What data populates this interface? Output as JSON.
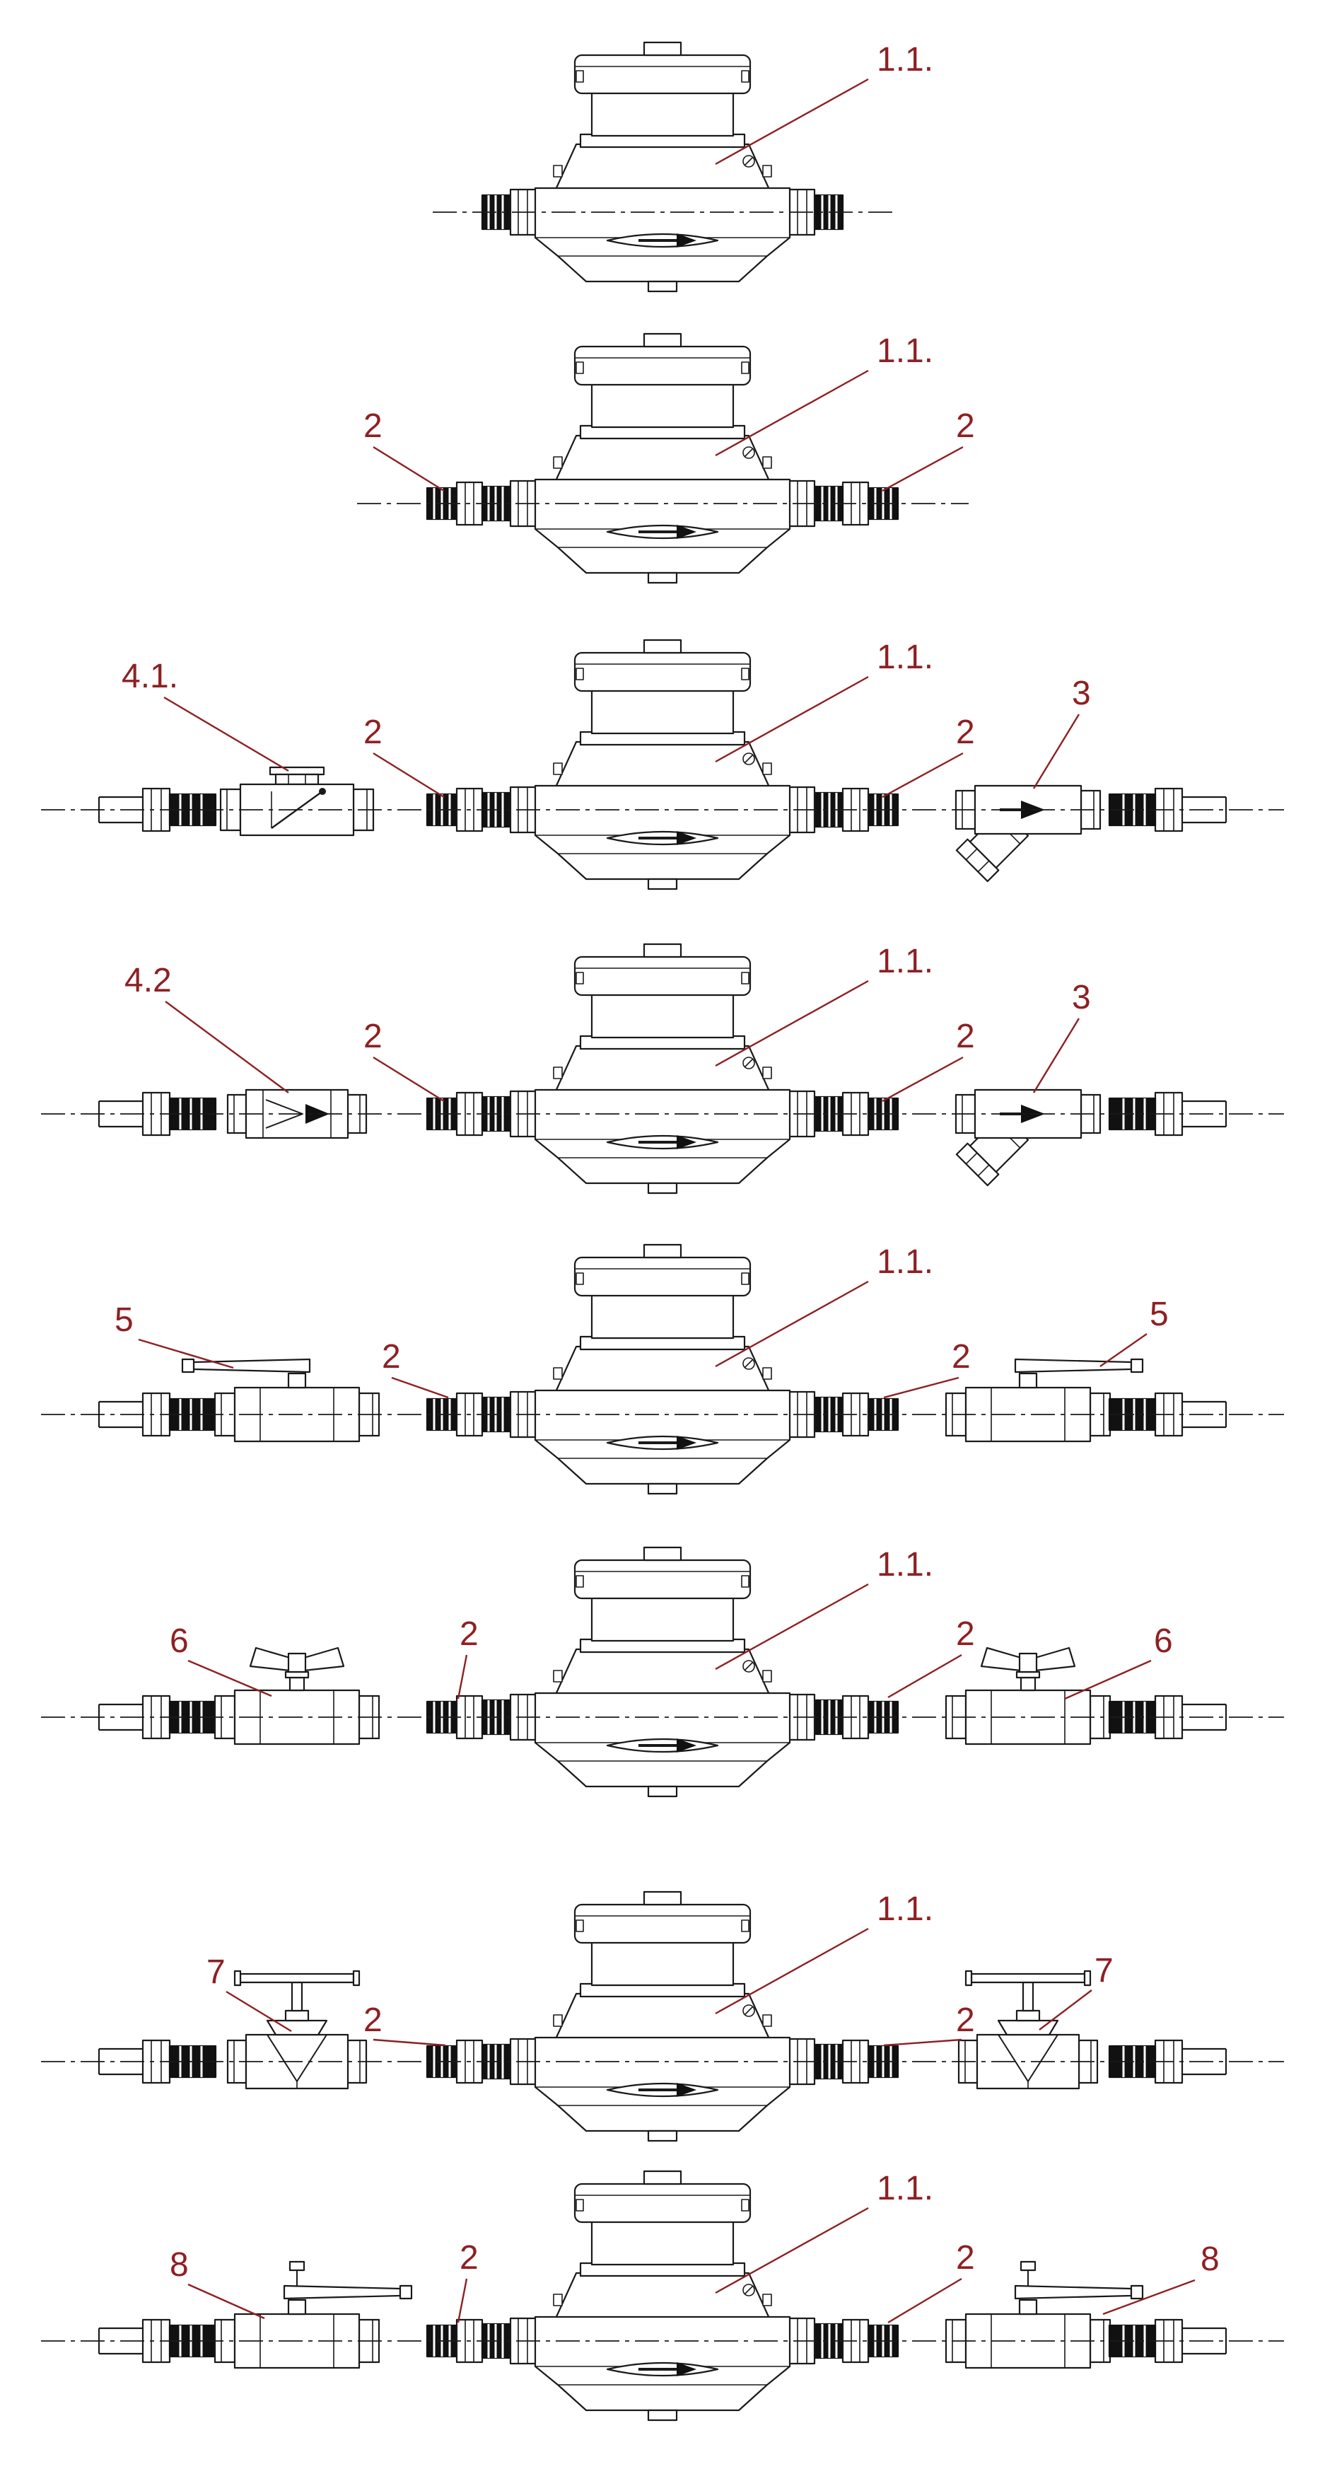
{
  "colors": {
    "accent": "#8e2023",
    "line": "#1a1a1a",
    "background": "#ffffff"
  },
  "rows": [
    {
      "name": "meter-only",
      "callouts": [
        {
          "part": "water-meter",
          "label": "1.1."
        }
      ]
    },
    {
      "name": "meter-with-couplings",
      "callouts": [
        {
          "part": "coupling-left",
          "label": "2"
        },
        {
          "part": "water-meter",
          "label": "1.1."
        },
        {
          "part": "coupling-right",
          "label": "2"
        }
      ]
    },
    {
      "name": "meter-check-valve-and-strainer",
      "callouts": [
        {
          "part": "check-valve-flap",
          "label": "4.1."
        },
        {
          "part": "coupling-left",
          "label": "2"
        },
        {
          "part": "water-meter",
          "label": "1.1."
        },
        {
          "part": "coupling-right",
          "label": "2"
        },
        {
          "part": "strainer",
          "label": "3"
        }
      ]
    },
    {
      "name": "meter-spring-check-valve-and-strainer",
      "callouts": [
        {
          "part": "check-valve-spring",
          "label": "4.2"
        },
        {
          "part": "coupling-left",
          "label": "2"
        },
        {
          "part": "water-meter",
          "label": "1.1."
        },
        {
          "part": "coupling-right",
          "label": "2"
        },
        {
          "part": "strainer",
          "label": "3"
        }
      ]
    },
    {
      "name": "meter-with-lever-ball-valves",
      "callouts": [
        {
          "part": "ball-valve-lever-left",
          "label": "5"
        },
        {
          "part": "coupling-left",
          "label": "2"
        },
        {
          "part": "water-meter",
          "label": "1.1."
        },
        {
          "part": "coupling-right",
          "label": "2"
        },
        {
          "part": "ball-valve-lever-right",
          "label": "5"
        }
      ]
    },
    {
      "name": "meter-with-butterfly-ball-valves",
      "callouts": [
        {
          "part": "ball-valve-butterfly-left",
          "label": "6"
        },
        {
          "part": "coupling-left",
          "label": "2"
        },
        {
          "part": "water-meter",
          "label": "1.1."
        },
        {
          "part": "coupling-right",
          "label": "2"
        },
        {
          "part": "ball-valve-butterfly-right",
          "label": "6"
        }
      ]
    },
    {
      "name": "meter-with-gate-valves",
      "callouts": [
        {
          "part": "gate-valve-left",
          "label": "7"
        },
        {
          "part": "coupling-left",
          "label": "2"
        },
        {
          "part": "water-meter",
          "label": "1.1."
        },
        {
          "part": "coupling-right",
          "label": "2"
        },
        {
          "part": "gate-valve-right",
          "label": "7"
        }
      ]
    },
    {
      "name": "meter-with-lockable-ball-valves",
      "callouts": [
        {
          "part": "ball-valve-lockable-left",
          "label": "8"
        },
        {
          "part": "coupling-left",
          "label": "2"
        },
        {
          "part": "water-meter",
          "label": "1.1."
        },
        {
          "part": "coupling-right",
          "label": "2"
        },
        {
          "part": "ball-valve-lockable-right",
          "label": "8"
        }
      ]
    }
  ]
}
